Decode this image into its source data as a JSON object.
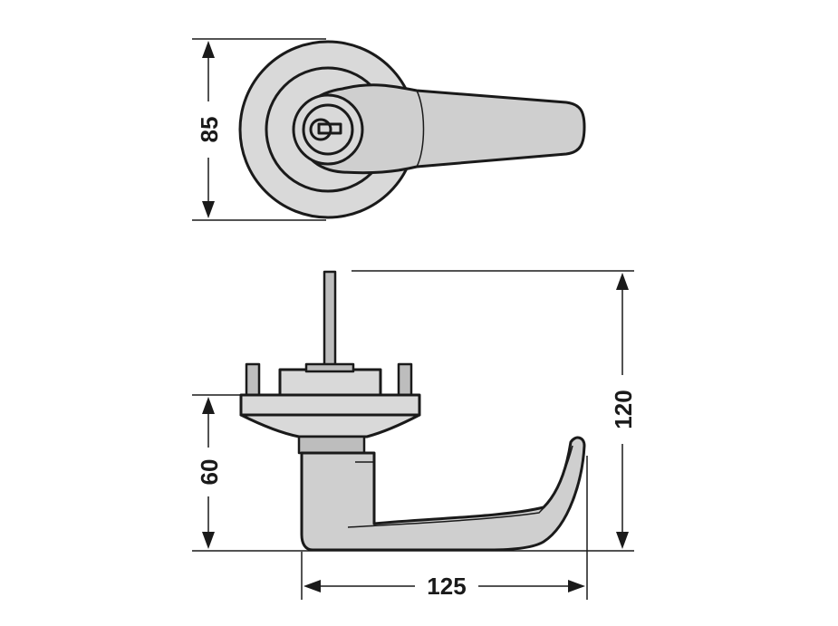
{
  "dimensions": {
    "top_height": "85",
    "side_height": "60",
    "total_height": "120",
    "lever_length": "125"
  },
  "colors": {
    "outline": "#1a1a1a",
    "rose_fill": "#d9d9d9",
    "lever_fill": "#cfcfcf",
    "shade_fill": "#bdbdbd"
  }
}
